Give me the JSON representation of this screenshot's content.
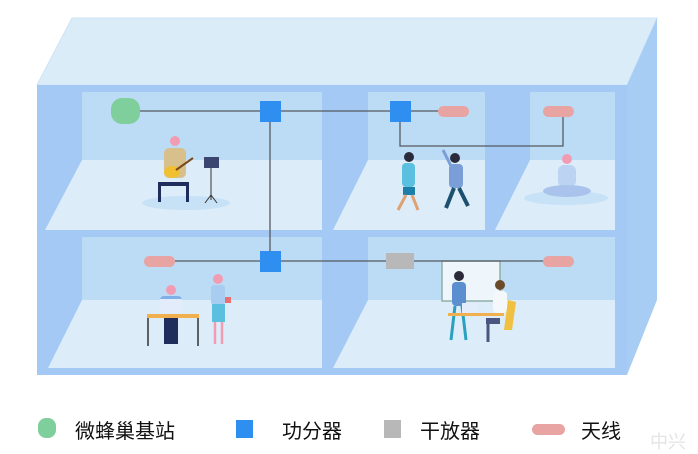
{
  "legend": [
    {
      "label": "微蜂巢基站",
      "icon": "base-station-icon",
      "color": "#7fcf9c"
    },
    {
      "label": "功分器",
      "icon": "power-splitter-icon",
      "color": "#2e8ff0"
    },
    {
      "label": "干放器",
      "icon": "amplifier-icon",
      "color": "#b8b8b8"
    },
    {
      "label": "天线",
      "icon": "antenna-icon",
      "color": "#e8a3a3"
    }
  ],
  "watermark": "中兴",
  "colors": {
    "building_front": "#a4c9f4",
    "room_wall": "#bcdcf5",
    "floor": "#dcecf9",
    "roof": "#d9ebf9",
    "line": "#555a60"
  }
}
